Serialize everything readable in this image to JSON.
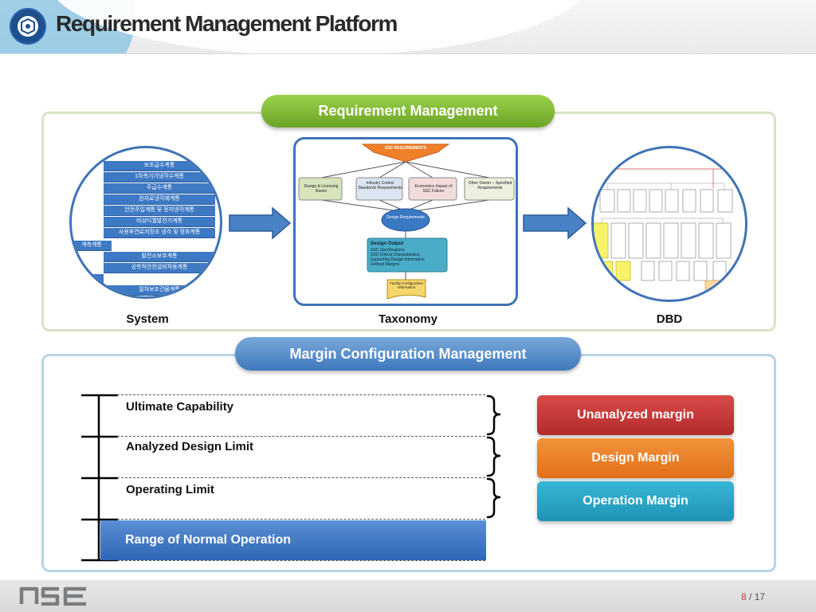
{
  "header": {
    "title": "Requirement Management Platform"
  },
  "requirement_section": {
    "heading": "Requirement Management",
    "system_items": [
      "보조급수계통",
      "1차측기기냉각수계통",
      "주급수계통",
      "원자로냉각재계통",
      "안전주입계통 및 정지냉각계통",
      "비상디젤발전기계통",
      "사용후연료저장조 냉각 및 정화계통",
      "계측계통",
      "발전소보호계통",
      "공학적안전설비작동계통",
      "통",
      "일차보조건물계통"
    ],
    "taxonomy": {
      "top": "SSC REQUIREMENTS",
      "boxes": [
        "Design & Licensing Bases",
        "Industry Codes/ Standards Requirements",
        "Economics Impact of SSC Failure",
        "Other Owner – Specified Requirements"
      ],
      "center": "Design Requirements",
      "output_title": "Design Output",
      "output_items": [
        "SSC Specifications",
        "SSC Critical Characteristics",
        "Supporting Design Information",
        "Defined Margins"
      ],
      "doc": "Facility Configuration Information"
    },
    "captions": {
      "system": "System",
      "taxonomy": "Taxonomy",
      "dbd": "DBD"
    }
  },
  "margin_section": {
    "heading": "Margin Configuration Management",
    "levels": {
      "ultimate": "Ultimate Capability",
      "analyzed": "Analyzed Design Limit",
      "operating": "Operating Limit",
      "normal": "Range of Normal Operation"
    },
    "margins": {
      "unanalyzed": "Unanalyzed margin",
      "design": "Design Margin",
      "operation": "Operation Margin"
    },
    "colors": {
      "unanalyzed": "#c0392b",
      "design": "#e67e22",
      "operation": "#2aa3c6"
    }
  },
  "footer": {
    "brand": "nse",
    "page_current": "8",
    "page_sep": " / ",
    "page_total": "17"
  }
}
